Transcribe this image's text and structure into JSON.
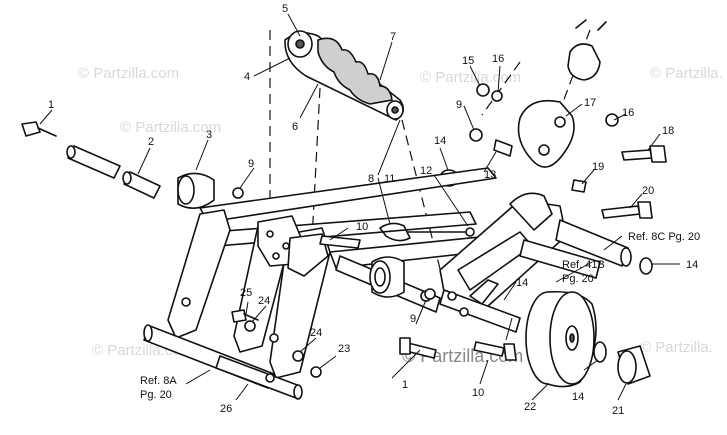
{
  "watermark": {
    "brand": "© Partzilla.com",
    "brand_short": "© Partzilla."
  },
  "callouts": {
    "n1": "1",
    "n1b": "1",
    "n2": "2",
    "n3": "3",
    "n4": "4",
    "n5": "5",
    "n6": "6",
    "n7": "7",
    "n8": "8",
    "n9": "9",
    "n9b": "9",
    "n10": "10",
    "n10b": "10",
    "n11": "11",
    "n12": "12",
    "n13": "13",
    "n14": "14",
    "n14b": "14",
    "n14c": "14",
    "n14d": "14",
    "n15": "15",
    "n16": "16",
    "n16b": "16",
    "n17": "17",
    "n18": "18",
    "n19": "19",
    "n20": "20",
    "n21": "21",
    "n22": "22",
    "n23": "23",
    "n24": "24",
    "n24b": "24",
    "n25": "25",
    "n26": "26"
  },
  "references": {
    "ref_8c": "Ref. 8C Pg. 20",
    "ref_41b_line1": "Ref. 41B",
    "ref_41b_line2": "Pg. 20",
    "ref_8a_line1": "Ref. 8A",
    "ref_8a_line2": "Pg. 20"
  }
}
